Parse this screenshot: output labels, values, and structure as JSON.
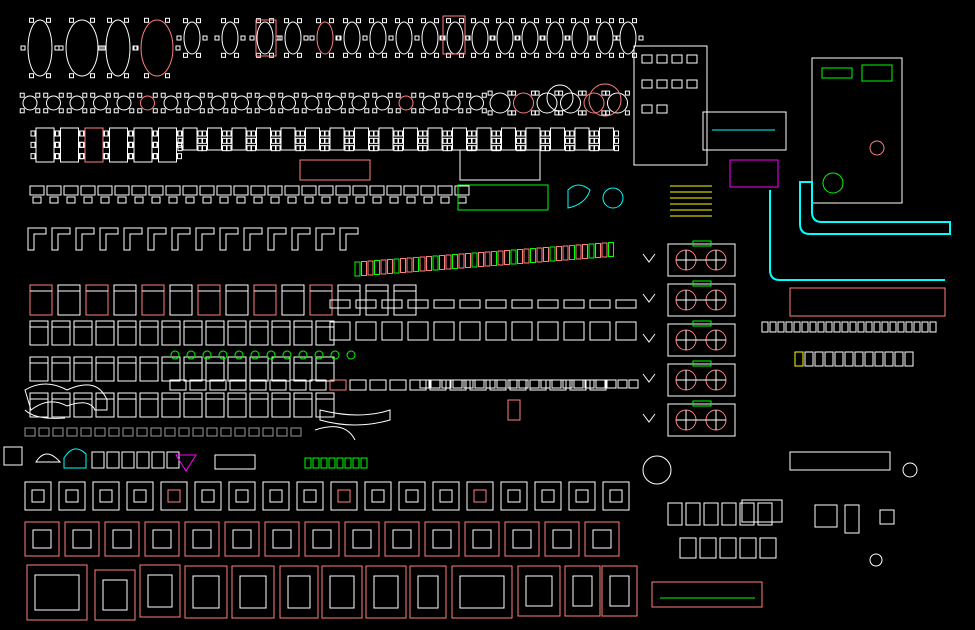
{
  "app": {
    "viewport": "cad-model-space",
    "background": "#000000"
  },
  "palette": {
    "line": "#ffffff",
    "pink": "#ff7f7f",
    "green": "#00ff00",
    "cyan": "#00ffff",
    "yellow": "#ffff00",
    "magenta": "#ff00ff",
    "red": "#ff0000",
    "grey": "#9a9a9a"
  },
  "blocks": {
    "oval_tables_row": 22,
    "round_tables_row": 27,
    "rect_tables_row": 24,
    "sofa_rows": 10,
    "bed_rows": 4,
    "living_sets_bottom": 14,
    "section_doors": 5
  }
}
